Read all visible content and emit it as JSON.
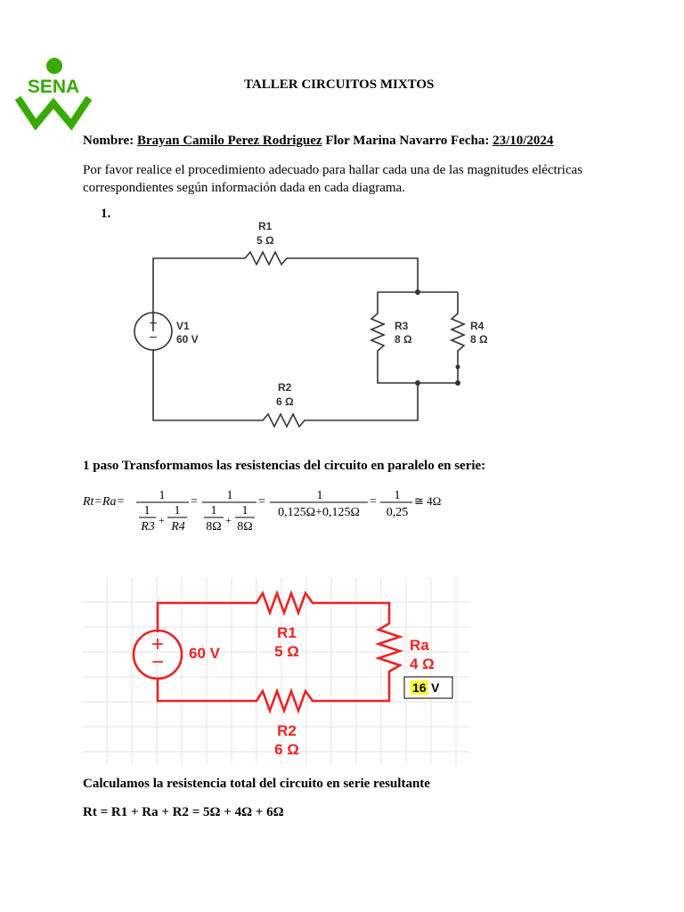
{
  "logo": {
    "text": "SENA",
    "color": "#39a900"
  },
  "title": "TALLER CIRCUITOS MIXTOS",
  "header": {
    "nombre_label": "Nombre:",
    "student1": "Brayan Camilo Perez Rodriguez",
    "student2": "Flor Marina Navarro",
    "fecha_label": "Fecha:",
    "fecha": "23/10/2024"
  },
  "intro": "Por favor realice el procedimiento adecuado para hallar cada una de las magnitudes eléctricas correspondientes según información dada en cada diagrama.",
  "item_number": "1.",
  "circuit1": {
    "v1": {
      "name": "V1",
      "value": "60 V"
    },
    "r1": {
      "name": "R1",
      "value": "5 Ω"
    },
    "r2": {
      "name": "R2",
      "value": "6 Ω"
    },
    "r3": {
      "name": "R3",
      "value": "8 Ω"
    },
    "r4": {
      "name": "R4",
      "value": "8 Ω"
    }
  },
  "step1_text": "1 paso Transformamos las resistencias del circuito en paralelo en serie:",
  "formula": {
    "lhs": "Rt=Ra=",
    "one": "1",
    "r3": "R3",
    "r4": "R4",
    "eight": "8Ω",
    "plus": "+",
    "eq": "=",
    "sum_decimals": "0,125Ω+0,125Ω",
    "quarter": "0,25",
    "approx": "≅ 4Ω"
  },
  "circuit2": {
    "source": "60 V",
    "r1": {
      "name": "R1",
      "value": "5 Ω"
    },
    "r2": {
      "name": "R2",
      "value": "6 Ω"
    },
    "ra": {
      "name": "Ra",
      "value": "4 Ω"
    },
    "voltage_box": {
      "value": "16",
      "unit": "V"
    },
    "color": "#ee2222"
  },
  "calc_heading": "Calculamos la resistencia total del circuito en serie resultante",
  "rt_equation": "Rt = R1 + Ra + R2 = 5Ω + 4Ω + 6Ω"
}
